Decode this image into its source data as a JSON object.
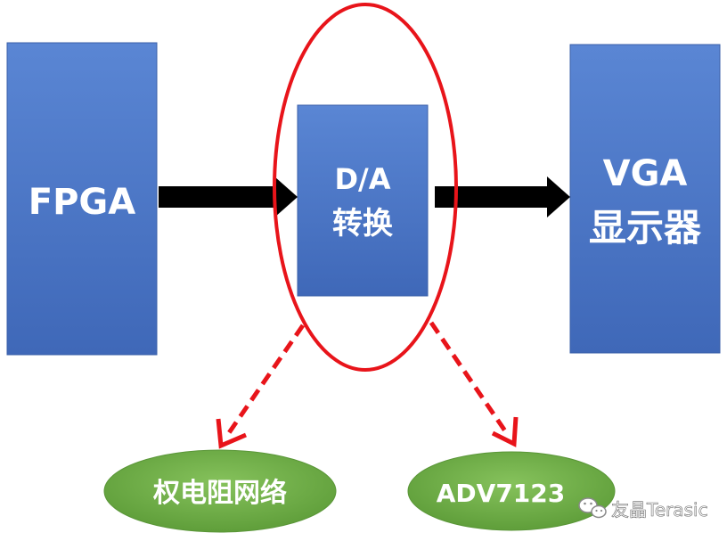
{
  "boxes": {
    "fpga": {
      "label": "FPGA"
    },
    "da": {
      "line1": "D/A",
      "line2": "转换"
    },
    "vga": {
      "line1": "VGA",
      "line2": "显示器"
    }
  },
  "outputs": {
    "resistor_network": "权电阻网络",
    "adv7123": "ADV7123"
  },
  "watermark": {
    "text": "友晶Terasic"
  },
  "colors": {
    "box": "#4a76c7",
    "highlight": "#e8141a",
    "pill": "#6fae46",
    "arrow": "#000000"
  }
}
